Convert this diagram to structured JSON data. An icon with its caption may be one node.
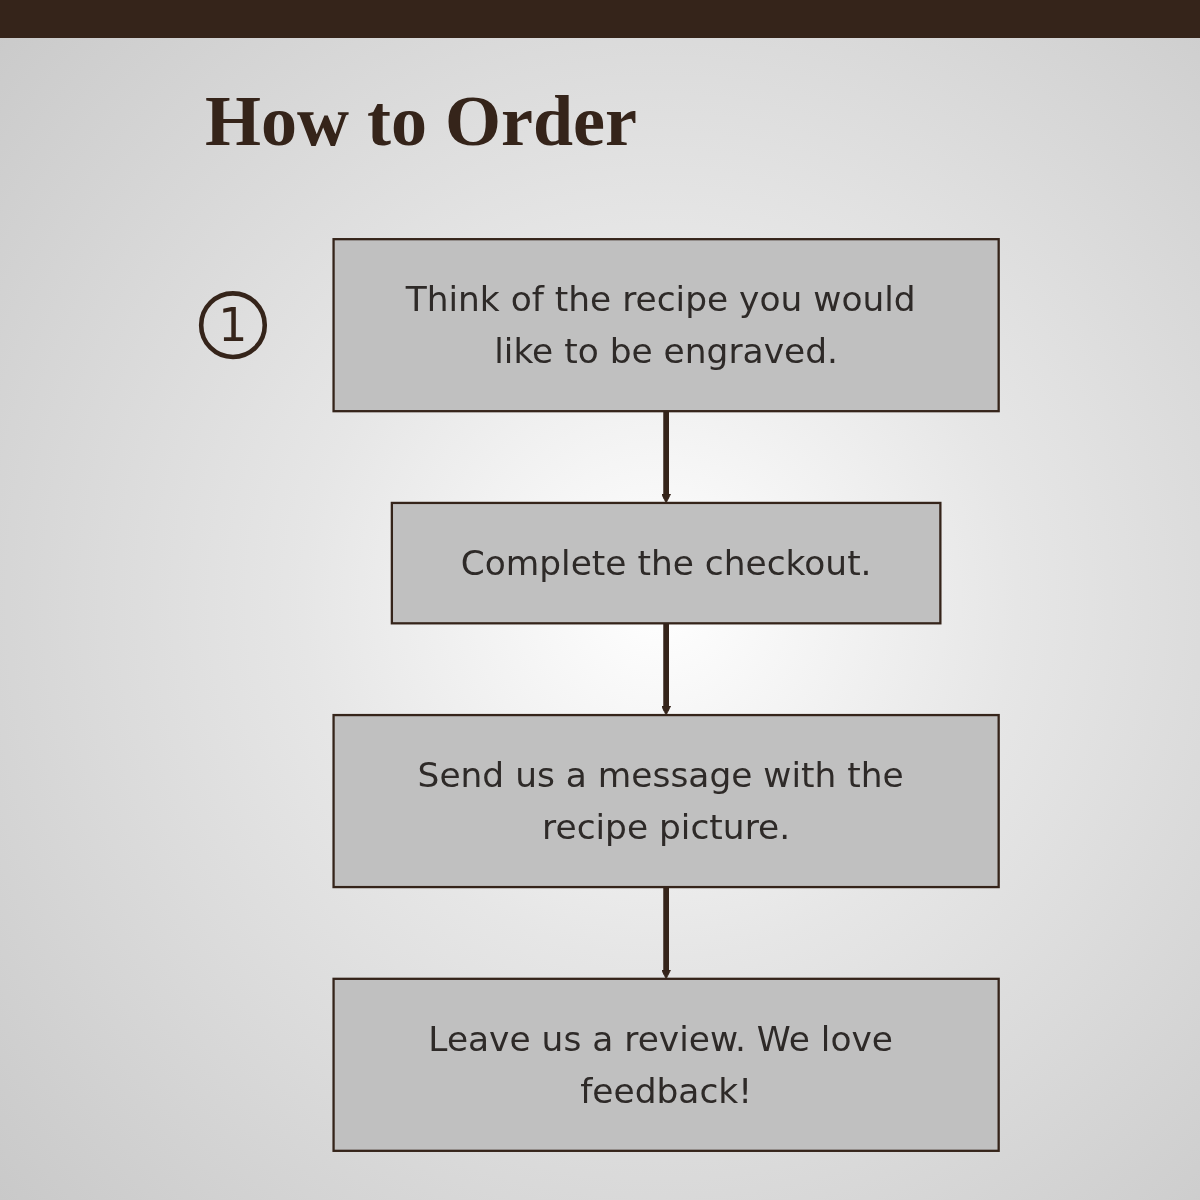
{
  "diagram": {
    "title": "How to Order",
    "nodes": [
      {
        "text": [
          "1"
        ]
      },
      {
        "text": [
          "Think of the recipe you would like to be engraved."
        ]
      },
      {
        "text": [
          "Complete the checkout."
        ]
      },
      {
        "text": [
          "Send us a message with the recipe picture."
        ]
      },
      {
        "text": [
          "Leave us a review. We love feedback!"
        ]
      }
    ],
    "edges": [
      {
        "from": 1,
        "to": 2,
        "arrow": "to"
      },
      {
        "from": 2,
        "to": 3,
        "arrow": "to"
      },
      {
        "from": 3,
        "to": 4,
        "arrow": "to"
      }
    ]
  }
}
